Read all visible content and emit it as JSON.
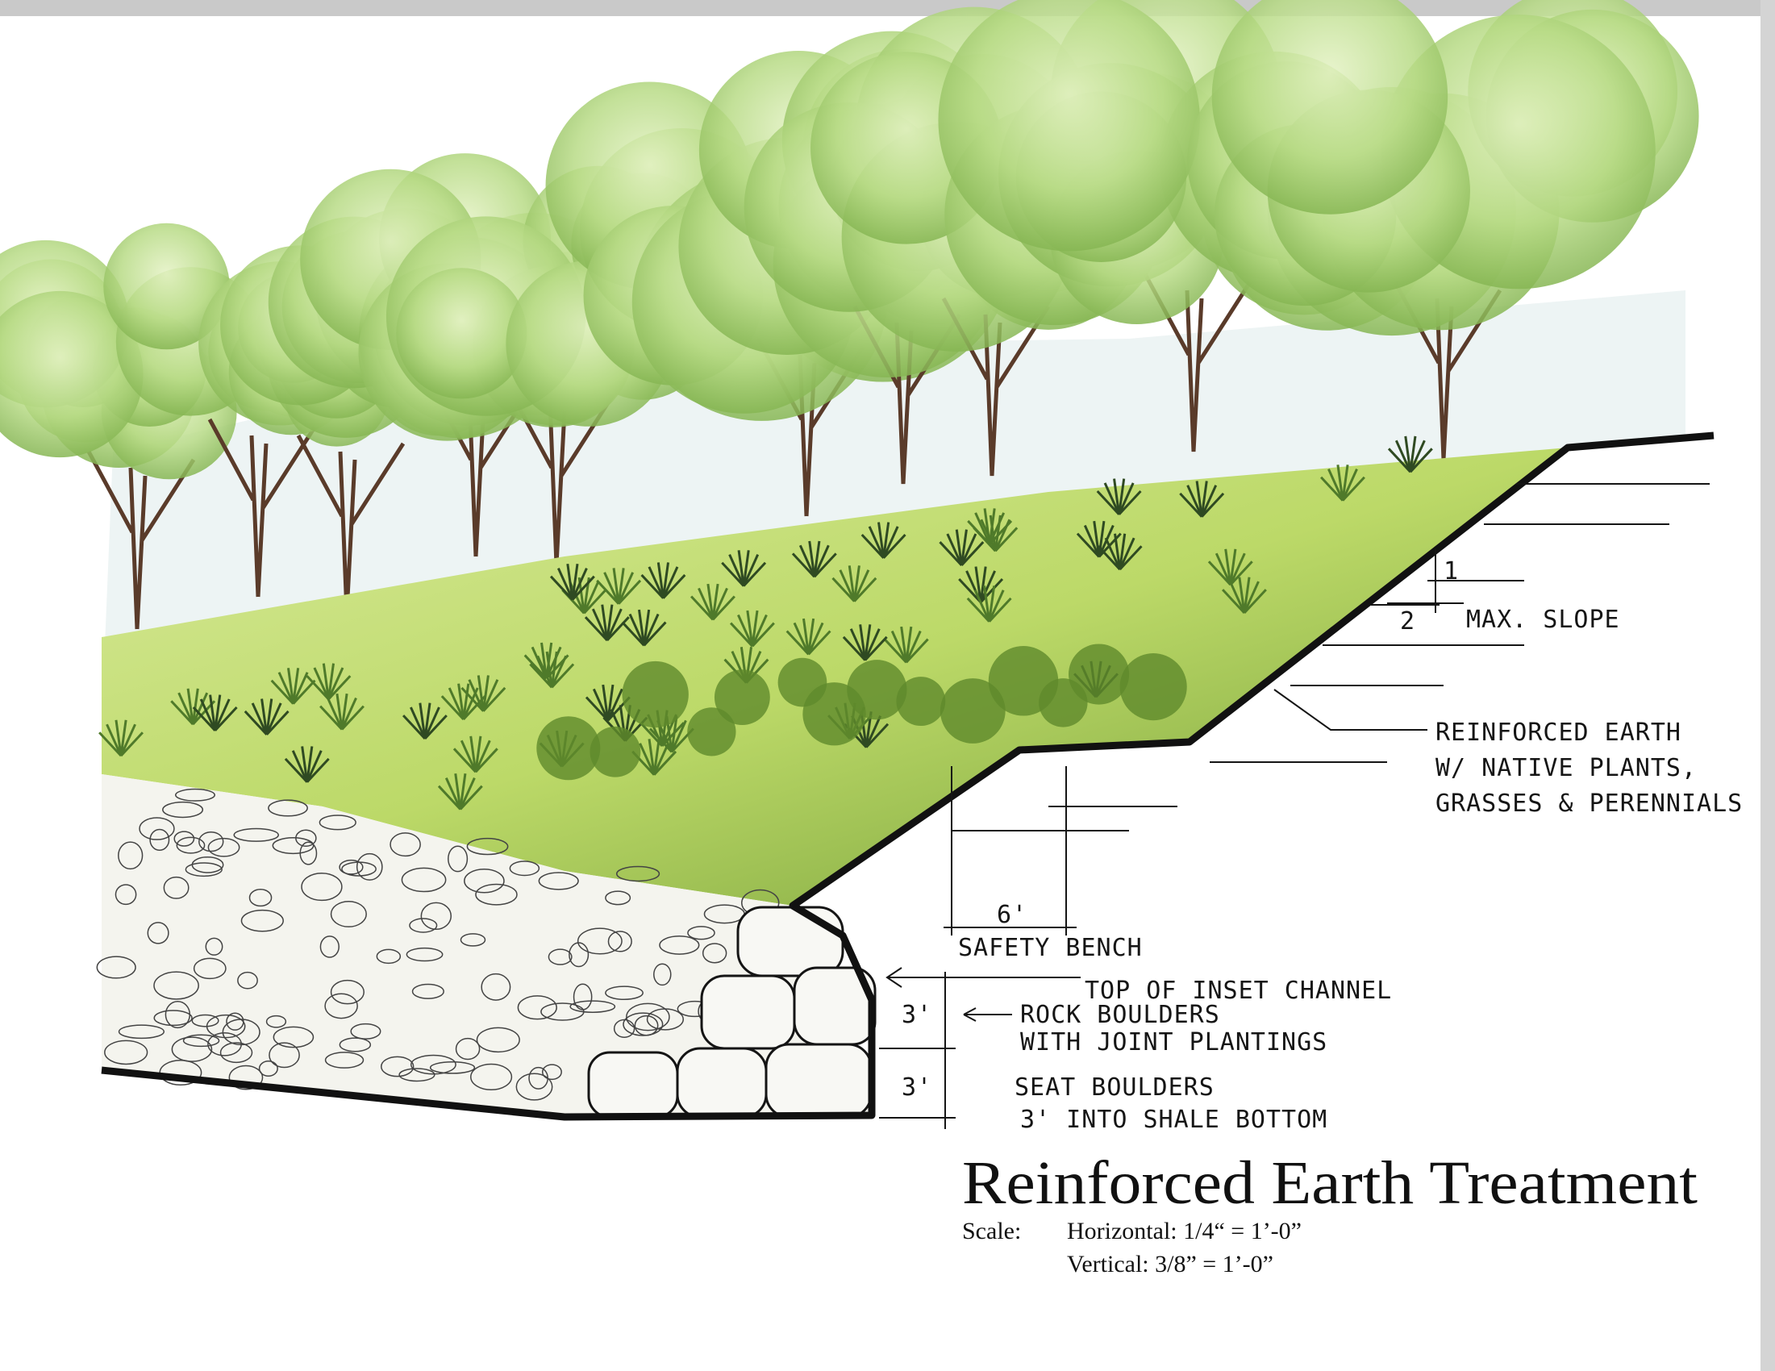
{
  "title": "Reinforced Earth Treatment",
  "scale": {
    "label": "Scale:",
    "horizontal": "Horizontal:  1/4“ = 1’-0”",
    "vertical": "Vertical:  3/8” = 1’-0”"
  },
  "annotations": {
    "slope_rise": "1",
    "slope_run": "2",
    "max_slope": "MAX. SLOPE",
    "reinforced_earth": [
      "REINFORCED EARTH",
      "W/ NATIVE PLANTS,",
      "GRASSES & PERENNIALS"
    ],
    "bench_width": "6'",
    "safety_bench": "SAFETY BENCH",
    "top_of_channel": "TOP OF INSET CHANNEL",
    "rock_height": "3'",
    "rock_boulders": [
      "ROCK BOULDERS",
      "WITH JOINT PLANTINGS"
    ],
    "seat_height": "3'",
    "seat_boulders": [
      "SEAT BOULDERS",
      "3' INTO SHALE BOTTOM"
    ]
  },
  "colors": {
    "canopy_light": "#cfe6a8",
    "canopy_mid": "#9fcb6a",
    "grass": "#b9d96b",
    "grass_dark": "#5f8a2c",
    "ink": "#151515",
    "sky_wash": "#e6eff0"
  }
}
